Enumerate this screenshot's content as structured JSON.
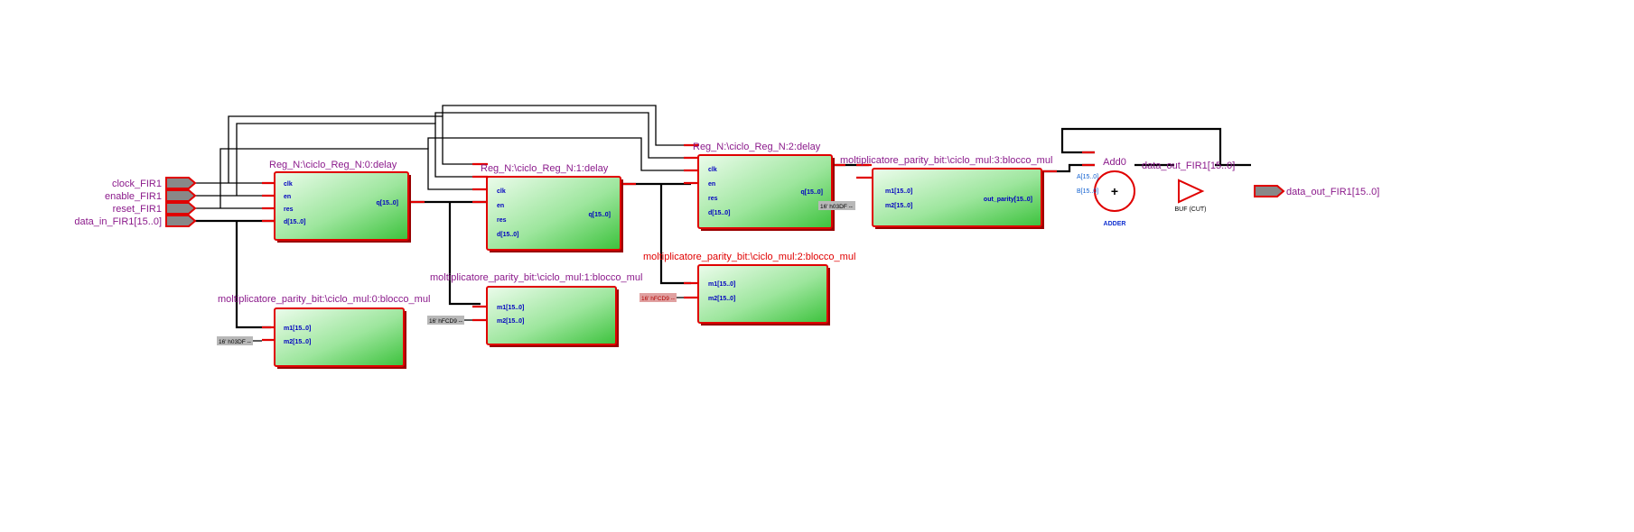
{
  "inputs": {
    "clock": "clock_FIR1",
    "enable": "enable_FIR1",
    "reset": "reset_FIR1",
    "data_in": "data_in_FIR1[15..0]"
  },
  "output": {
    "data_out": "data_out_FIR1[15..0]",
    "net_label": "data_out_FIR1[15..0]"
  },
  "registers": [
    {
      "title": "Reg_N:\\ciclo_Reg_N:0:delay",
      "ports_in": [
        "clk",
        "en",
        "res",
        "d[15..0]"
      ],
      "port_out": "q[15..0]"
    },
    {
      "title": "Reg_N:\\ciclo_Reg_N:1:delay",
      "ports_in": [
        "clk",
        "en",
        "res",
        "d[15..0]"
      ],
      "port_out": "q[15..0]"
    },
    {
      "title": "Reg_N:\\ciclo_Reg_N:2:delay",
      "ports_in": [
        "clk",
        "en",
        "res",
        "d[15..0]"
      ],
      "port_out": "q[15..0]"
    }
  ],
  "multipliers": [
    {
      "title": "moltiplicatore_parity_bit:\\ciclo_mul:0:blocco_mul",
      "ports_in": [
        "m1[15..0]",
        "m2[15..0]"
      ],
      "const": "16' h03DF --"
    },
    {
      "title": "moltiplicatore_parity_bit:\\ciclo_mul:1:blocco_mul",
      "ports_in": [
        "m1[15..0]",
        "m2[15..0]"
      ],
      "const": "16' hFCD9 --"
    },
    {
      "title": "moltiplicatore_parity_bit:\\ciclo_mul:2:blocco_mul",
      "ports_in": [
        "m1[15..0]",
        "m2[15..0]"
      ],
      "const": "16' hFCD9 --"
    },
    {
      "title": "moltiplicatore_parity_bit:\\ciclo_mul:3:blocco_mul",
      "ports_in": [
        "m1[15..0]",
        "m2[15..0]"
      ],
      "port_out": "out_parity[15..0]",
      "const": "16' h03DF --"
    }
  ],
  "adder": {
    "title": "Add0",
    "symbol": "+",
    "port_a": "A[15..0]",
    "port_b": "B[15..0]",
    "type_label": "ADDER"
  },
  "buffer": {
    "label": "BUF (CUT)"
  },
  "colors": {
    "block_border": "#e00000",
    "block_fill_light": "#ecfcec",
    "block_fill_dark": "#3cc23c",
    "title_text": "#8b1a8b",
    "port_text": "#0000c0"
  }
}
